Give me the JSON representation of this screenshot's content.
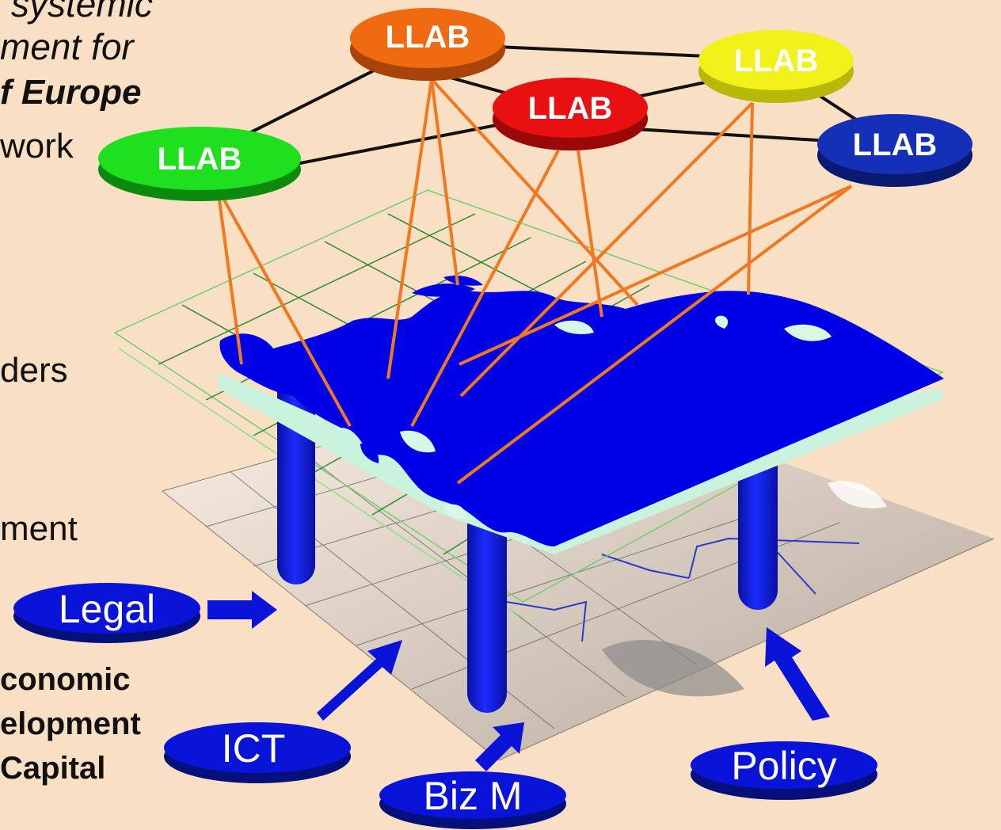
{
  "left_text": {
    "line1": "systemic",
    "line2": "ment for",
    "line3": "f Europe",
    "line4": "work",
    "line5": "ders",
    "line6": "ment",
    "line7": "conomic",
    "line8": "elopment",
    "line9": "Capital"
  },
  "llab_nodes": [
    {
      "id": "green",
      "label": "LLAB",
      "color": "#1fe01f"
    },
    {
      "id": "orange",
      "label": "LLAB",
      "color": "#f06a10"
    },
    {
      "id": "red",
      "label": "LLAB",
      "color": "#e81010"
    },
    {
      "id": "yellow",
      "label": "LLAB",
      "color": "#f2f21a"
    },
    {
      "id": "blue",
      "label": "LLAB",
      "color": "#1530b8"
    }
  ],
  "pillars": [
    {
      "id": "legal",
      "label": "Legal"
    },
    {
      "id": "ict",
      "label": "ICT"
    },
    {
      "id": "bizm",
      "label": "Biz M"
    },
    {
      "id": "policy",
      "label": "Policy"
    }
  ],
  "colors": {
    "background": "#f9dfc4",
    "map_blue": "#0000e6",
    "link_orange": "#f07820",
    "grid_green": "#3a8a3a",
    "arrow_blue": "#0a14d8"
  }
}
